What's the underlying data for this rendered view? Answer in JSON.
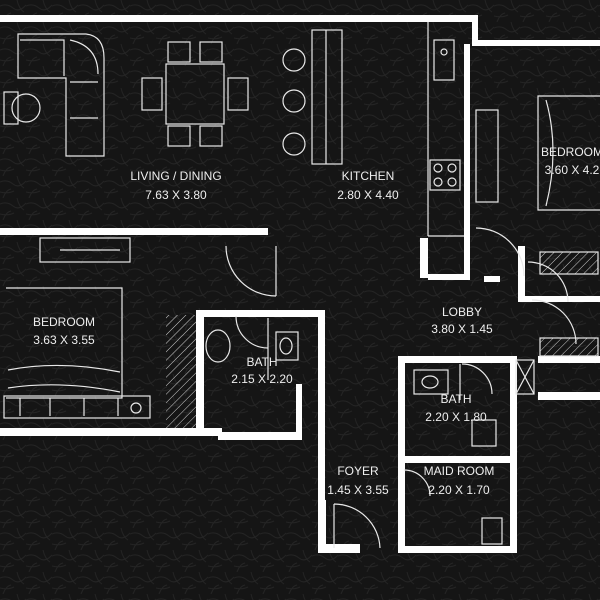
{
  "rooms": {
    "living": {
      "name": "LIVING / DINING",
      "size": "7.63 X 3.80"
    },
    "kitchen": {
      "name": "KITCHEN",
      "size": "2.80 X 4.40"
    },
    "bedroom_right": {
      "name": "BEDROOM",
      "size": "3.60 X 4.2"
    },
    "bedroom_left": {
      "name": "BEDROOM",
      "size": "3.63 X 3.55"
    },
    "bath_1": {
      "name": "BATH",
      "size": "2.15 X 2.20"
    },
    "lobby": {
      "name": "LOBBY",
      "size": "3.80 X 1.45"
    },
    "bath_2": {
      "name": "BATH",
      "size": "2.20 X 1.80"
    },
    "foyer": {
      "name": "FOYER",
      "size": "1.45 X 3.55"
    },
    "maid_room": {
      "name": "MAID ROOM",
      "size": "2.20 X 1.70"
    }
  },
  "colors": {
    "background": "#141414",
    "wall": "#ffffff",
    "line": "#e8e8e8",
    "text": "#eeeeee"
  }
}
